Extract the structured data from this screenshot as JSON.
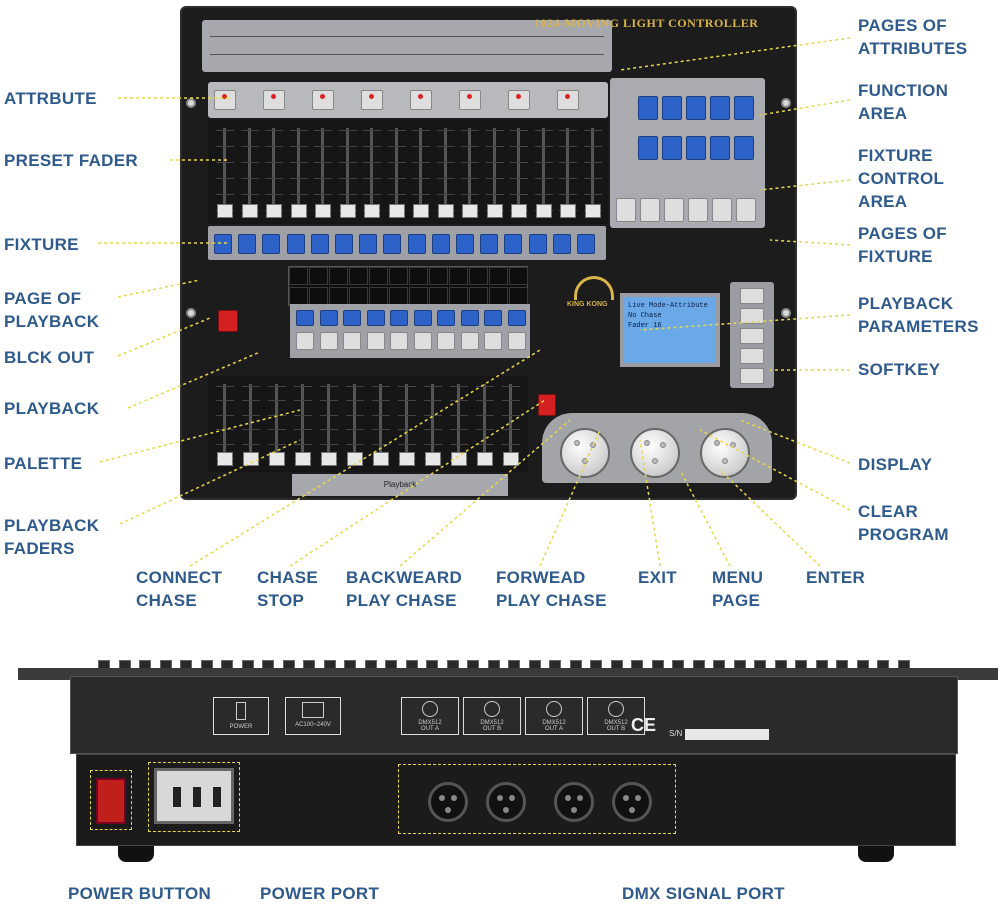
{
  "console": {
    "brand": "1024-MOVING LIGHT CONTROLLER",
    "logo": "KING KONG",
    "lcd_lines": [
      "Live Mode-Attribute",
      "No Chase",
      "Fader 16"
    ],
    "playback_plate": "Playback"
  },
  "labels_right": [
    "PAGES OF\nATTRIBUTES",
    "FUNCTION\nAREA",
    "FIXTURE\nCONTROL\nAREA",
    "PAGES OF\nFIXTURE",
    "PLAYBACK\nPARAMETERS",
    "SOFTKEY",
    "DISPLAY",
    "CLEAR\nPROGRAM"
  ],
  "labels_left": [
    "ATTRBUTE",
    "PRESET FADER",
    "FIXTURE",
    "PAGE OF\nPLAYBACK",
    "BLCK OUT",
    "PLAYBACK",
    "PALETTE",
    "PLAYBACK\nFADERS"
  ],
  "labels_bottom": [
    "CONNECT\nCHASE",
    "CHASE\nSTOP",
    "BACKWEARD\nPLAY CHASE",
    "FORWEAD\nPLAY CHASE",
    "EXIT",
    "MENU\nPAGE",
    "ENTER"
  ],
  "labels_back": [
    "POWER BUTTON",
    "POWER PORT",
    "DMX SIGNAL PORT"
  ],
  "back_panel": {
    "ports": [
      "POWER",
      "AC100~240V",
      "DMX512\nOUT A",
      "DMX512\nOUT B",
      "DMX512\nOUT A",
      "DMX512\nOUT B"
    ],
    "serial_label": "S/N",
    "cert": "CE"
  },
  "colors": {
    "label_blue": "#2f5a8c",
    "dash_yellow": "#e6d84d"
  }
}
